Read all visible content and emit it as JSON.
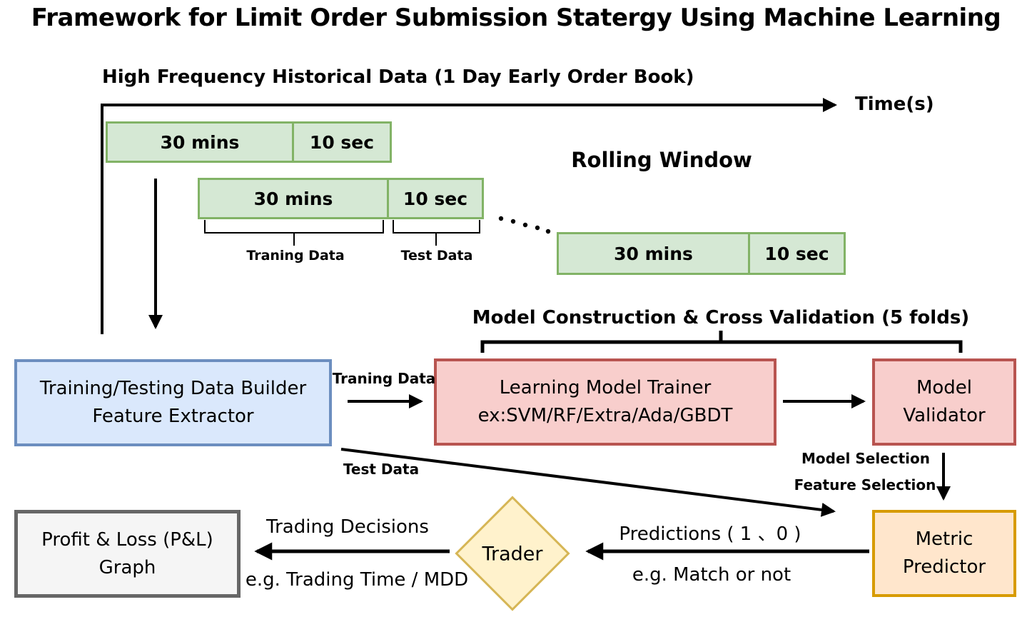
{
  "title": "Framework for Limit Order Submission Statergy Using Machine Learning",
  "timeline": {
    "heading": "High Frequency Historical Data (1 Day Early Order Book)",
    "axis_label": "Time(s)",
    "rolling_window_label": "Rolling Window",
    "windows": [
      {
        "train": "30 mins",
        "test": "10 sec"
      },
      {
        "train": "30 mins",
        "test": "10 sec"
      },
      {
        "train": "30 mins",
        "test": "10 sec"
      }
    ],
    "training_brace_label": "Traning Data",
    "test_brace_label": "Test Data"
  },
  "nodes": {
    "data_builder": {
      "line1": "Training/Testing Data Builder",
      "line2": "Feature Extractor"
    },
    "model_trainer": {
      "line1": "Learning Model Trainer",
      "line2": "ex:SVM/RF/Extra/Ada/GBDT"
    },
    "model_validator": {
      "line1": "Model",
      "line2": "Validator"
    },
    "metric_predictor": {
      "line1": "Metric",
      "line2": "Predictor"
    },
    "trader": {
      "label": "Trader"
    },
    "pnl_graph": {
      "line1": "Profit & Loss (P&L)",
      "line2": "Graph"
    }
  },
  "edge_labels": {
    "cross_validation_heading": "Model Construction & Cross Validation (5 folds)",
    "training_data": "Traning Data",
    "test_data": "Test Data",
    "model_selection": "Model Selection",
    "feature_selection": "Feature Selection",
    "predictions": "Predictions ( 1 、0 )",
    "match_example": "e.g. Match or not",
    "trading_decisions": "Trading Decisions",
    "trading_time_example": "e.g. Trading Time / MDD"
  },
  "colors": {
    "window_fill": "#d5e8d4",
    "window_stroke": "#82b366",
    "builder_fill": "#dae8fc",
    "builder_stroke": "#6c8ebf",
    "model_fill": "#f8cecc",
    "model_stroke": "#b85450",
    "metric_fill": "#ffe6cc",
    "metric_stroke": "#d79b00",
    "trader_fill": "#fff2cc",
    "trader_stroke": "#d6b656",
    "pnl_fill": "#f5f5f5",
    "pnl_stroke": "#666666",
    "line": "#000000"
  }
}
